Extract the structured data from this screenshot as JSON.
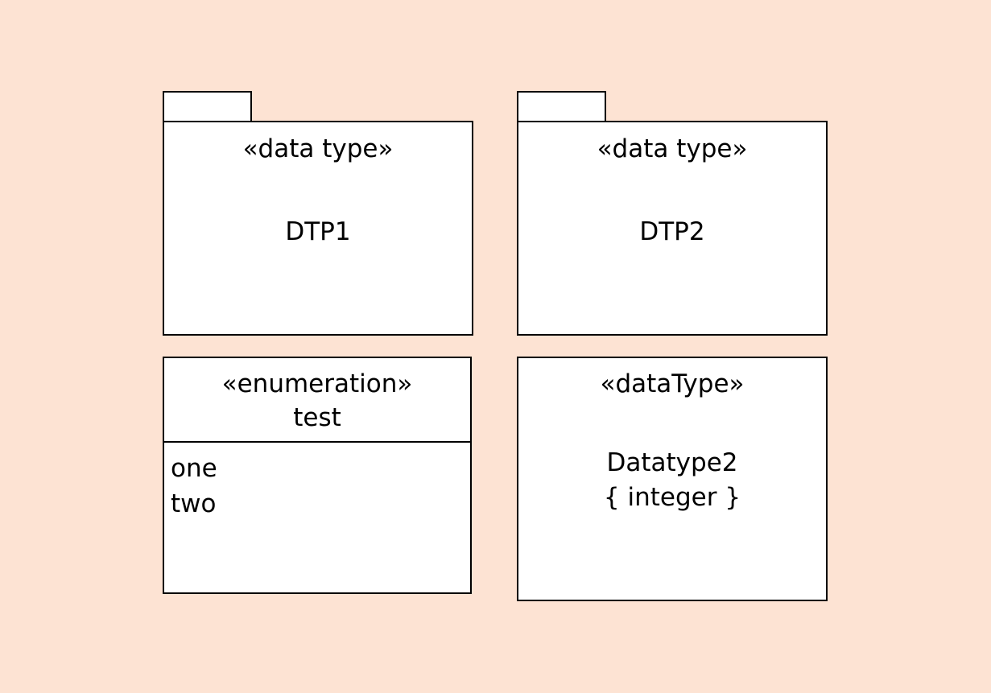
{
  "diagram": {
    "dtp1": {
      "stereotype": "«data type»",
      "name": "DTP1"
    },
    "dtp2": {
      "stereotype": "«data type»",
      "name": "DTP2"
    },
    "enumeration": {
      "stereotype": "«enumeration»",
      "name": "test",
      "literals": [
        "one",
        "two"
      ]
    },
    "datatype2": {
      "stereotype": "«dataType»",
      "name": "Datatype2",
      "constraint": "{ integer }"
    }
  },
  "colors": {
    "background": "#fde3d3",
    "fill": "#ffffff",
    "stroke": "#000000"
  }
}
